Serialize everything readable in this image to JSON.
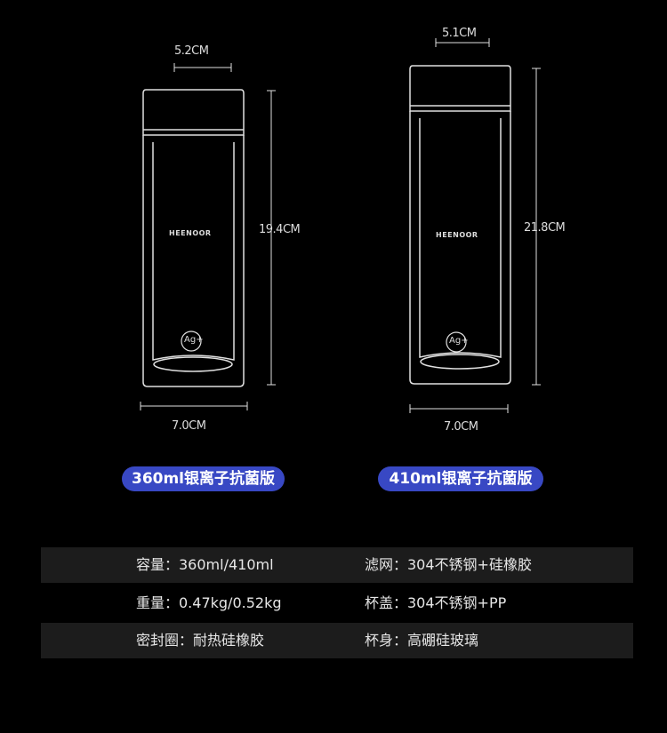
{
  "products": [
    {
      "top_width": "5.2CM",
      "height": "19.4CM",
      "bottom_width": "7.0CM",
      "brand": "HEENOOR",
      "ion_mark": "Ag+",
      "badge": "360ml银离子抗菌版"
    },
    {
      "top_width": "5.1CM",
      "height": "21.8CM",
      "bottom_width": "7.0CM",
      "brand": "HEENOOR",
      "ion_mark": "Ag+",
      "badge": "410ml银离子抗菌版"
    }
  ],
  "colors": {
    "badge": "#3848c4",
    "row_dark": "#1c1c1c",
    "background": "#000000"
  },
  "specs": [
    {
      "left": "容量：360ml/410ml",
      "right": "滤网：304不锈钢+硅橡胶"
    },
    {
      "left": "重量：0.47kg/0.52kg",
      "right": "杯盖：304不锈钢+PP"
    },
    {
      "left": "密封圈：耐热硅橡胶",
      "right": "杯身：高硼硅玻璃"
    }
  ]
}
